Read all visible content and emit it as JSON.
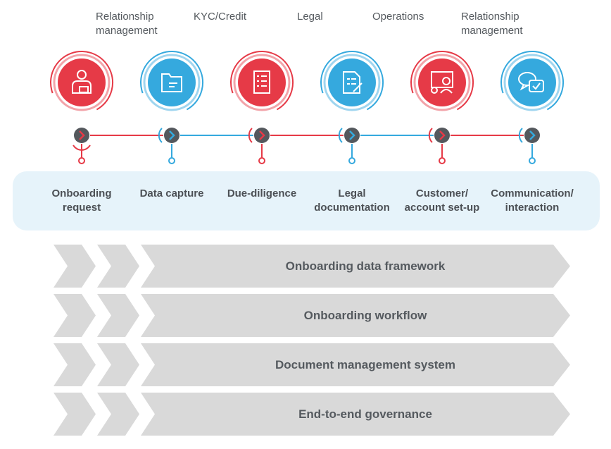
{
  "colors": {
    "red": "#e63a47",
    "blue": "#35a9de",
    "node": "#54585d",
    "panel": "#e6f3fa",
    "band": "#d9d9d9",
    "text": "#4c5055"
  },
  "owners": [
    {
      "label": "Relationship\nmanagement"
    },
    {
      "label": "KYC/Credit"
    },
    {
      "label": "Legal"
    },
    {
      "label": "Operations"
    },
    {
      "label": "Relationship\nmanagement"
    }
  ],
  "steps": [
    {
      "label": "Onboarding\nrequest",
      "color": "red",
      "icon": "businessman-icon"
    },
    {
      "label": "Data capture",
      "color": "blue",
      "icon": "folder-icon"
    },
    {
      "label": "Due-diligence",
      "color": "red",
      "icon": "checklist-icon"
    },
    {
      "label": "Legal\ndocumentation",
      "color": "blue",
      "icon": "signed-document-icon"
    },
    {
      "label": "Customer/\naccount set-up",
      "color": "red",
      "icon": "account-setup-icon"
    },
    {
      "label": "Communication/\ninteraction",
      "color": "blue",
      "icon": "chat-bubbles-icon"
    }
  ],
  "bands": [
    {
      "label": "Onboarding data framework"
    },
    {
      "label": "Onboarding workflow"
    },
    {
      "label": "Document management system"
    },
    {
      "label": "End-to-end governance"
    }
  ]
}
